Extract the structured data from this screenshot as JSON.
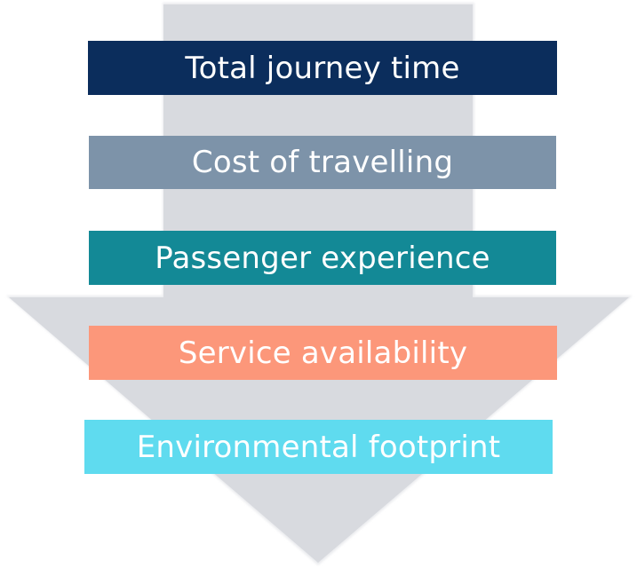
{
  "steps": [
    {
      "label": "Total journey time",
      "color": "#0b2d5c"
    },
    {
      "label": "Cost of travelling",
      "color": "#7d93a9"
    },
    {
      "label": "Passenger experience",
      "color": "#138996"
    },
    {
      "label": "Service availability",
      "color": "#fc977a"
    },
    {
      "label": "Environmental footprint",
      "color": "#5fdbef"
    }
  ],
  "arrow": {
    "fill": "#d8dadf",
    "edge": "#ebecef"
  }
}
